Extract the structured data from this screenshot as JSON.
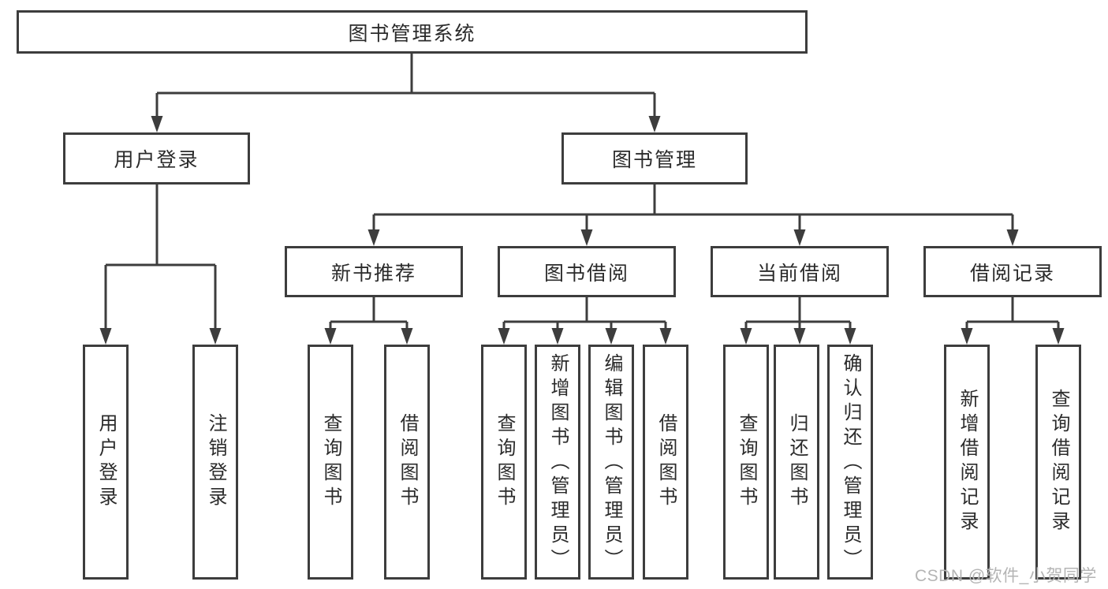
{
  "colors": {
    "line": "#3d3d3d",
    "text": "#2b2b2b",
    "watermark": "#b4b4b4",
    "background": "#ffffff"
  },
  "watermark": "CSDN @软件_小贺同学",
  "tree": {
    "label": "图书管理系统",
    "children": [
      {
        "label": "用户登录",
        "children": [
          {
            "label": "用户登录"
          },
          {
            "label": "注销登录"
          }
        ]
      },
      {
        "label": "图书管理",
        "children": [
          {
            "label": "新书推荐",
            "children": [
              {
                "label": "查询图书"
              },
              {
                "label": "借阅图书"
              }
            ]
          },
          {
            "label": "图书借阅",
            "children": [
              {
                "label": "查询图书"
              },
              {
                "label": "新增图书（管理员）"
              },
              {
                "label": "编辑图书（管理员）"
              },
              {
                "label": "借阅图书"
              }
            ]
          },
          {
            "label": "当前借阅",
            "children": [
              {
                "label": "查询图书"
              },
              {
                "label": "归还图书"
              },
              {
                "label": "确认归还（管理员）"
              }
            ]
          },
          {
            "label": "借阅记录",
            "children": [
              {
                "label": "新增借阅记录"
              },
              {
                "label": "查询借阅记录"
              }
            ]
          }
        ]
      }
    ]
  }
}
